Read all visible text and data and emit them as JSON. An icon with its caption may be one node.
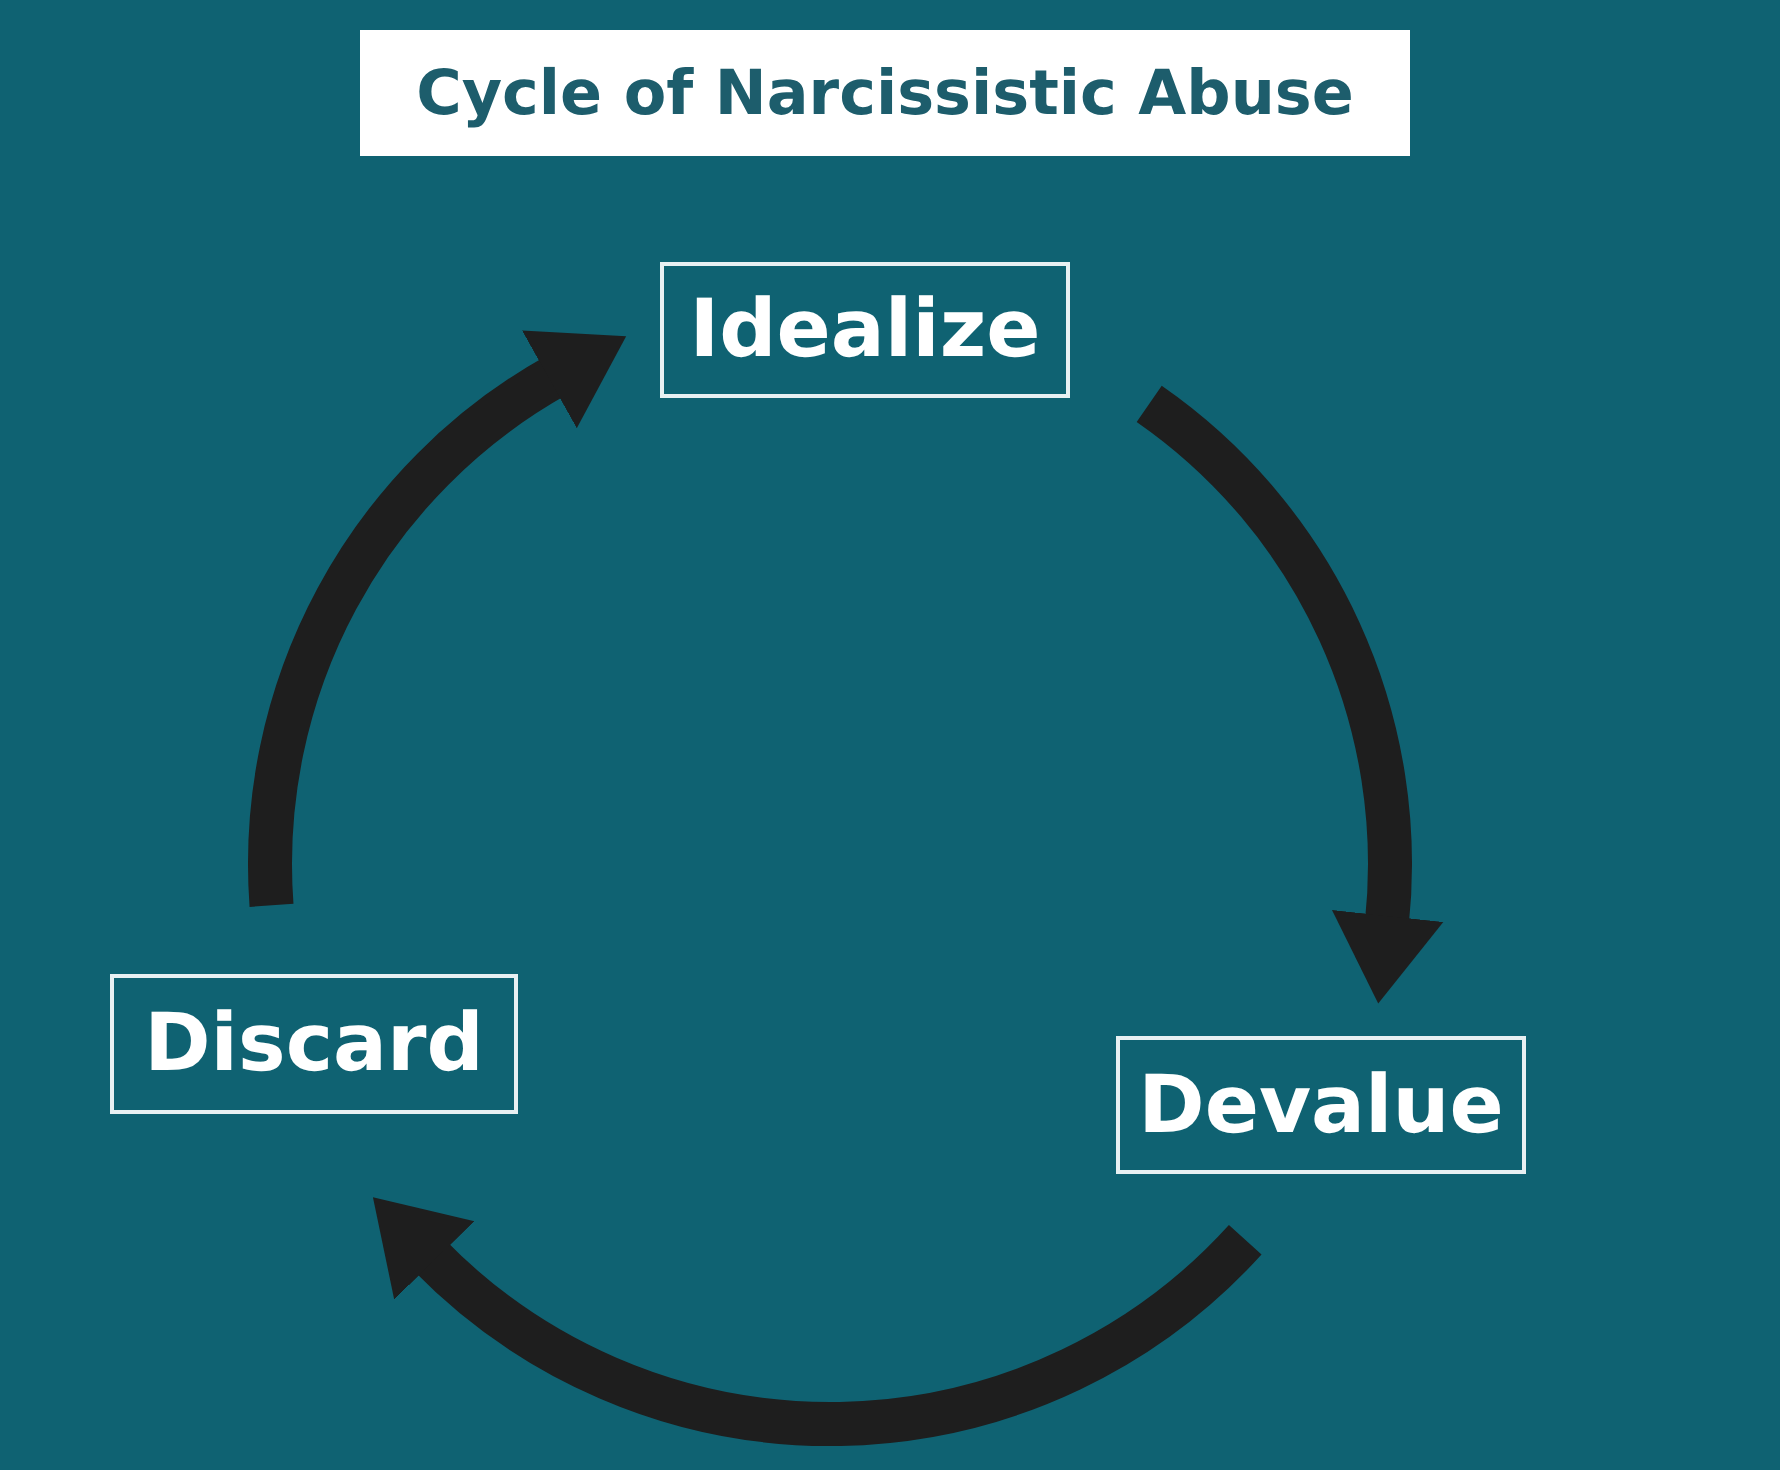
{
  "diagram": {
    "title": "Cycle of Narcissistic Abuse",
    "nodes": [
      {
        "text": [
          "Idealize"
        ]
      },
      {
        "text": [
          "Devalue"
        ]
      },
      {
        "text": [
          "Discard"
        ]
      }
    ],
    "edges": [
      {
        "from": 0,
        "to": 1,
        "arrow": "to"
      },
      {
        "from": 1,
        "to": 2,
        "arrow": "to"
      },
      {
        "from": 2,
        "to": 0,
        "arrow": "to"
      }
    ]
  }
}
